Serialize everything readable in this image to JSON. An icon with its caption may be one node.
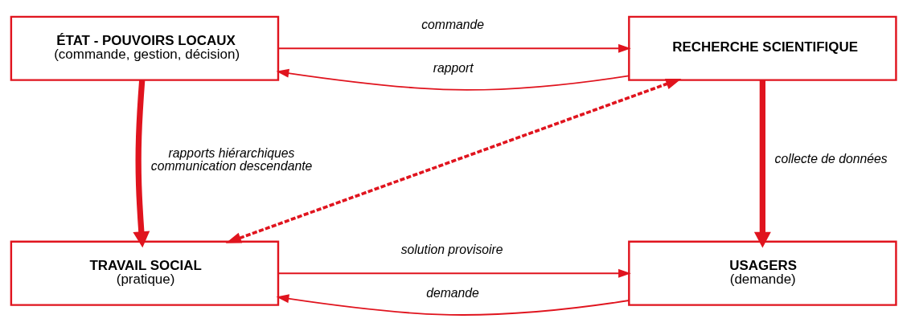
{
  "diagram": {
    "nodes": [
      {
        "text": [
          "ÉTAT - POUVOIRS LOCAUX",
          "(commande, gestion, décision)"
        ]
      },
      {
        "text": [
          "RECHERCHE SCIENTIFIQUE"
        ]
      },
      {
        "text": [
          "TRAVAIL SOCIAL",
          "(pratique)"
        ]
      },
      {
        "text": [
          "USAGERS",
          "(demande)"
        ]
      }
    ],
    "edges": [
      {
        "from": 0,
        "to": 1,
        "arrow": "to",
        "label": "commande"
      },
      {
        "from": 1,
        "to": 0,
        "arrow": "to",
        "label": "rapport"
      },
      {
        "from": 0,
        "to": 2,
        "arrow": "to",
        "label": "rapports hiérarchiques communication descendante",
        "style": "thick"
      },
      {
        "from": 1,
        "to": 3,
        "arrow": "to",
        "label": "collecte de données",
        "style": "thick"
      },
      {
        "from": 1,
        "to": 2,
        "arrow": "both",
        "style": "dashed"
      },
      {
        "from": 3,
        "to": 2,
        "arrow": "to",
        "label": "demande"
      },
      {
        "from": 2,
        "to": 3,
        "arrow": "to",
        "label": "solution provisoire"
      }
    ]
  }
}
